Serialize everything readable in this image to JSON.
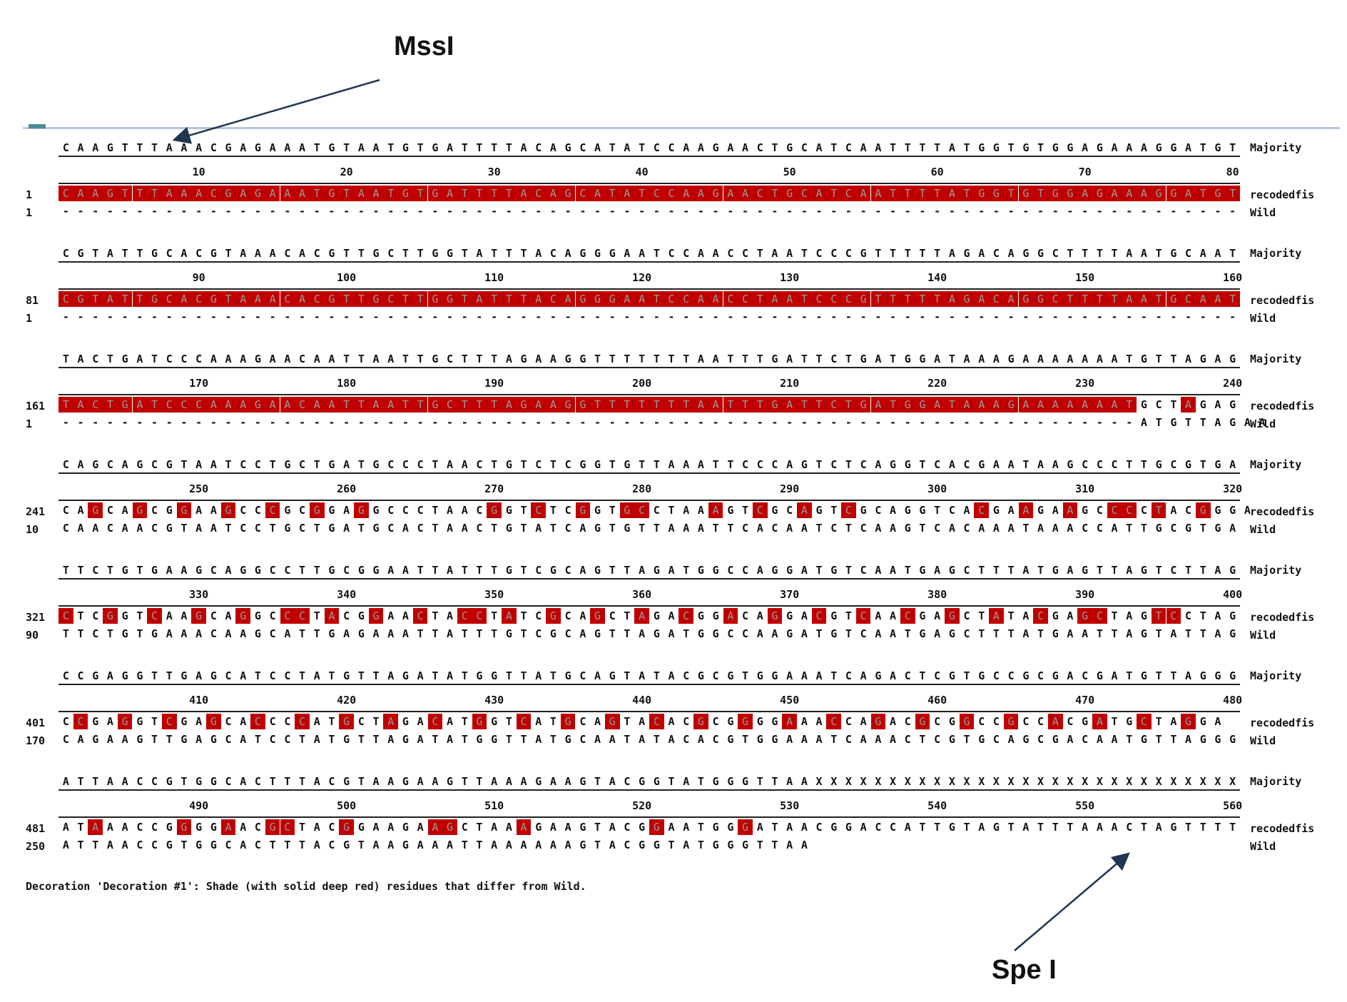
{
  "annotations": {
    "mssi_label": "MssI",
    "spei_label": "Spe I"
  },
  "labels": {
    "majority": "Majority",
    "recoded": "recodedfis",
    "wild": "Wild"
  },
  "footnote": "Decoration 'Decoration #1': Shade (with solid deep red) residues that differ from Wild.",
  "highlight_color": "#c00000",
  "blocks": [
    {
      "majority": "CAAGTTTAAACGAGAAATGTAATGTGATTTTACAGCATATCCAAGAACTGCATCAATTTTATGGTGTGGAGAAAGGATGT",
      "ticks": [
        "10",
        "20",
        "30",
        "40",
        "50",
        "60",
        "70",
        "80"
      ],
      "recoded_start": "1",
      "recoded": "CAAGTTTAAACGAGAAATGTAATGTGATTTTACAGCATATCCAAGAACTGCATCAATTTTATGGTGTGGAGAAAGGATGT",
      "wild_start": "1",
      "wild": "--------------------------------------------------------------------------------",
      "diff": "11111111111111111111111111111111111111111111111111111111111111111111111111111111"
    },
    {
      "majority": "CGTATTGCACGTAAACACGTTGCTTGGTATTTACAGGGAATCCAACCTAATCCCGTTTTTAGACAGGCTTTTAATGCAAT",
      "ticks": [
        "90",
        "100",
        "110",
        "120",
        "130",
        "140",
        "150",
        "160"
      ],
      "recoded_start": "81",
      "recoded": "CGTATTGCACGTAAACACGTTGCTTGGTATTTACAGGGAATCCAACCTAATCCCGTTTTTAGACAGGCTTTTAATGCAAT",
      "wild_start": "1",
      "wild": "--------------------------------------------------------------------------------",
      "diff": "11111111111111111111111111111111111111111111111111111111111111111111111111111111"
    },
    {
      "majority": "TACTGATCCCAAAGAACAATTAATTGCTTTAGAAGGTTTTTTTAATTTGATTCTGATGGATAAAGAAAAAAATGTTAGAG",
      "ticks": [
        "170",
        "180",
        "190",
        "200",
        "210",
        "220",
        "230",
        "240"
      ],
      "recoded_start": "161",
      "recoded": "TACTGATCCCAAAGAACAATTAATTGCTTTAGAAGGTTTTTTTAATTTGATTCTGATGGATAAAGAAAAAAATGCTAGAG",
      "wild_start": "1",
      "wild": "-------------------------------------------------------------------------ATGTTAGAA",
      "diff": "11111111111111111111111111111111111111111111111111111111111111111111111110001000001"
    },
    {
      "majority": "CAGCAGCGTAATCCTGCTGATGCCCTAACTGTCTCGGTGTTAAATTCCCAGTCTCAGGTCACGAATAAGCCCTTGCGTGA",
      "ticks": [
        "250",
        "260",
        "270",
        "280",
        "290",
        "300",
        "310",
        "320"
      ],
      "recoded_start": "241",
      "recoded": "CAGCAGCGGAAGCCCGCGGAGGCCCTAACGGTCTCGGTGCCTAAAGTCGCAGTCGCAGGTCACGAAGAAGCCCCTACGGGA",
      "wild_start": "10",
      "wild": "CAACAACGTAATCCTGCTGATGCACTAACTGTATCAGTGTTAAATTCACAATCTCAAGTCACAAATAAACCATTGCGTGA",
      "diff": "00100100100100100100100000000100100100110000100100100100000000100100100110100100"
    },
    {
      "majority": "TTCTGTGAAGCAGGCCTTGCGGAATTATTTGTCGCAGTTAGATGGCCAGGATGTCAATGAGCTTTATGAGTTAGTCTTAG",
      "ticks": [
        "330",
        "340",
        "350",
        "360",
        "370",
        "380",
        "390",
        "400"
      ],
      "recoded_start": "321",
      "recoded": "CTCGGTCAAGCAGGCCCTACGGAACTACCTATCGCAGCTAGACGGACAGGACGTCAACGAGCTATACGAGCTAGTCCTAG",
      "wild_start": "90",
      "wild": "TTCTGTGAAACAAGCATTGAGAAATTATTTGTCGCAGTTAGATGGCCAAGATGTCAATGAGCTTTATGAATTAGTATTAG",
      "diff": "10010010010010011010010010011010010010010010010010010010010010010010011000110000"
    },
    {
      "majority": "CCGAGGTTGAGCATCCTATGTTAGATATGGTTATGCAGTATACGCGTGGAAATCAGACTCGTGCCGCGACGATGTTAGGG",
      "ticks": [
        "410",
        "420",
        "430",
        "440",
        "450",
        "460",
        "470",
        "480"
      ],
      "recoded_start": "401",
      "recoded": "CCGAGGTCGAGCACCCCATGCTAGACATGGTCATGCAGTACACGCGGGGAAACCAGACGCGGCCGCCACGATGCTAGGA",
      "wild_start": "170",
      "wild": "CAGAAGTTGAGCATCCTATGTTAGATATGGTTATGCAATATACACGTGGAAATCAAACTCGTGCAGCGACAATGTTAGGG",
      "diff": "01001001001001001001001001001001001001001001001001001001001001001001001001001001"
    },
    {
      "majority": "ATTAACCGTGGCACTTTACGTAAGAAGTTAAAGAAGTACGGTATGGGTTAAXXXXXXXXXXXXXXXXXXXXXXXXXXXXX",
      "ticks": [
        "490",
        "500",
        "510",
        "520",
        "530",
        "540",
        "550",
        "560"
      ],
      "recoded_start": "481",
      "recoded": "ATAAACCGGGGAACGCTACGGAAGAAGCTAAAGAAGTACGGAATGGGATAACGGACCATTGTAGTATTTAAACTAGTTTT",
      "wild_start": "250",
      "wild": "ATTAACCGTGGCACTTTACGTAAGAAATTAAAAAAGTACGGTATGGGTTAA",
      "diff": "00100000100100110001000001100001000000001000001000000000000000000000000000000000"
    }
  ]
}
